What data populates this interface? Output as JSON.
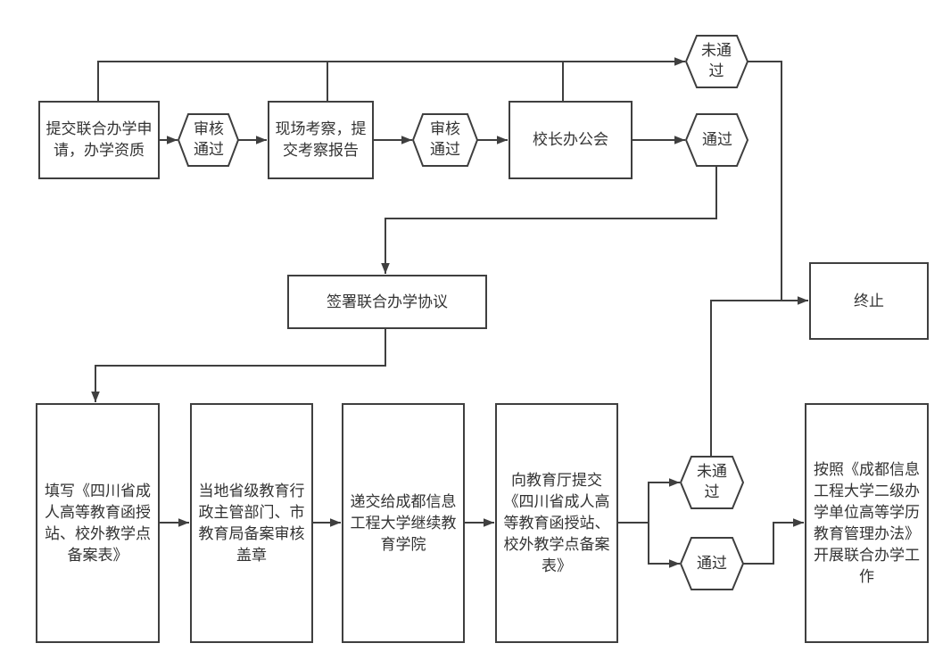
{
  "diagram": {
    "type": "flowchart",
    "colors": {
      "stroke": "#3f3f3f",
      "text": "#333333",
      "background": "#ffffff"
    },
    "nodes": {
      "submit_application": "提交联合办学申请，办学资质",
      "review_pass_1": "审核通过",
      "site_inspection": "现场考察，提交考察报告",
      "review_pass_2": "审核通过",
      "president_meeting": "校长办公会",
      "top_not_passed": "未通过",
      "top_passed": "通过",
      "terminate": "终止",
      "sign_agreement": "签署联合办学协议",
      "fill_form": "填写《四川省成人高等教育函授站、校外教学点备案表》",
      "local_review": "当地省级教育行政主管部门、市教育局备案审核盖章",
      "submit_to_college": "递交给成都信息工程大学继续教育学院",
      "submit_to_dept": "向教育厅提交《四川省成人高等教育函授站、校外教学点备案表》",
      "bottom_not_passed": "未通过",
      "bottom_passed": "通过",
      "start_work": "按照《成都信息工程大学二级办学单位高等学历教育管理办法》开展联合办学工作"
    },
    "edges": [
      {
        "from": "submit_application",
        "to": "review_pass_1"
      },
      {
        "from": "review_pass_1",
        "to": "site_inspection"
      },
      {
        "from": "site_inspection",
        "to": "review_pass_2"
      },
      {
        "from": "review_pass_2",
        "to": "president_meeting"
      },
      {
        "from": "president_meeting",
        "to": "top_passed"
      },
      {
        "from": "submit_application",
        "to": "top_not_passed"
      },
      {
        "from": "site_inspection",
        "to": "top_not_passed"
      },
      {
        "from": "president_meeting",
        "to": "top_not_passed"
      },
      {
        "from": "top_not_passed",
        "to": "terminate"
      },
      {
        "from": "top_passed",
        "to": "sign_agreement"
      },
      {
        "from": "sign_agreement",
        "to": "fill_form"
      },
      {
        "from": "fill_form",
        "to": "local_review"
      },
      {
        "from": "local_review",
        "to": "submit_to_college"
      },
      {
        "from": "submit_to_college",
        "to": "submit_to_dept"
      },
      {
        "from": "submit_to_dept",
        "to": "bottom_not_passed"
      },
      {
        "from": "submit_to_dept",
        "to": "bottom_passed"
      },
      {
        "from": "bottom_not_passed",
        "to": "terminate"
      },
      {
        "from": "bottom_passed",
        "to": "start_work"
      }
    ]
  }
}
